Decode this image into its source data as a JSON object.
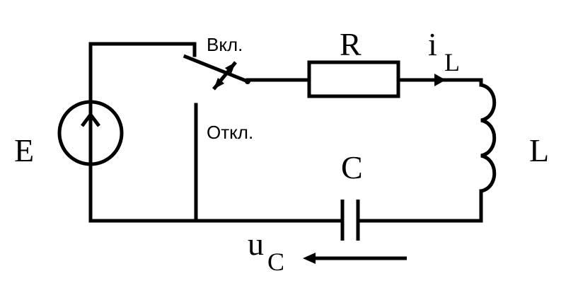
{
  "diagram": {
    "source_label": "E",
    "resistor_label": "R",
    "inductor_label": "L",
    "capacitor_label": "C",
    "switch_on_label": "Вкл.",
    "switch_off_label": "Откл.",
    "current": {
      "symbol": "i",
      "subscript": "L"
    },
    "voltage": {
      "symbol": "u",
      "subscript": "C"
    }
  }
}
